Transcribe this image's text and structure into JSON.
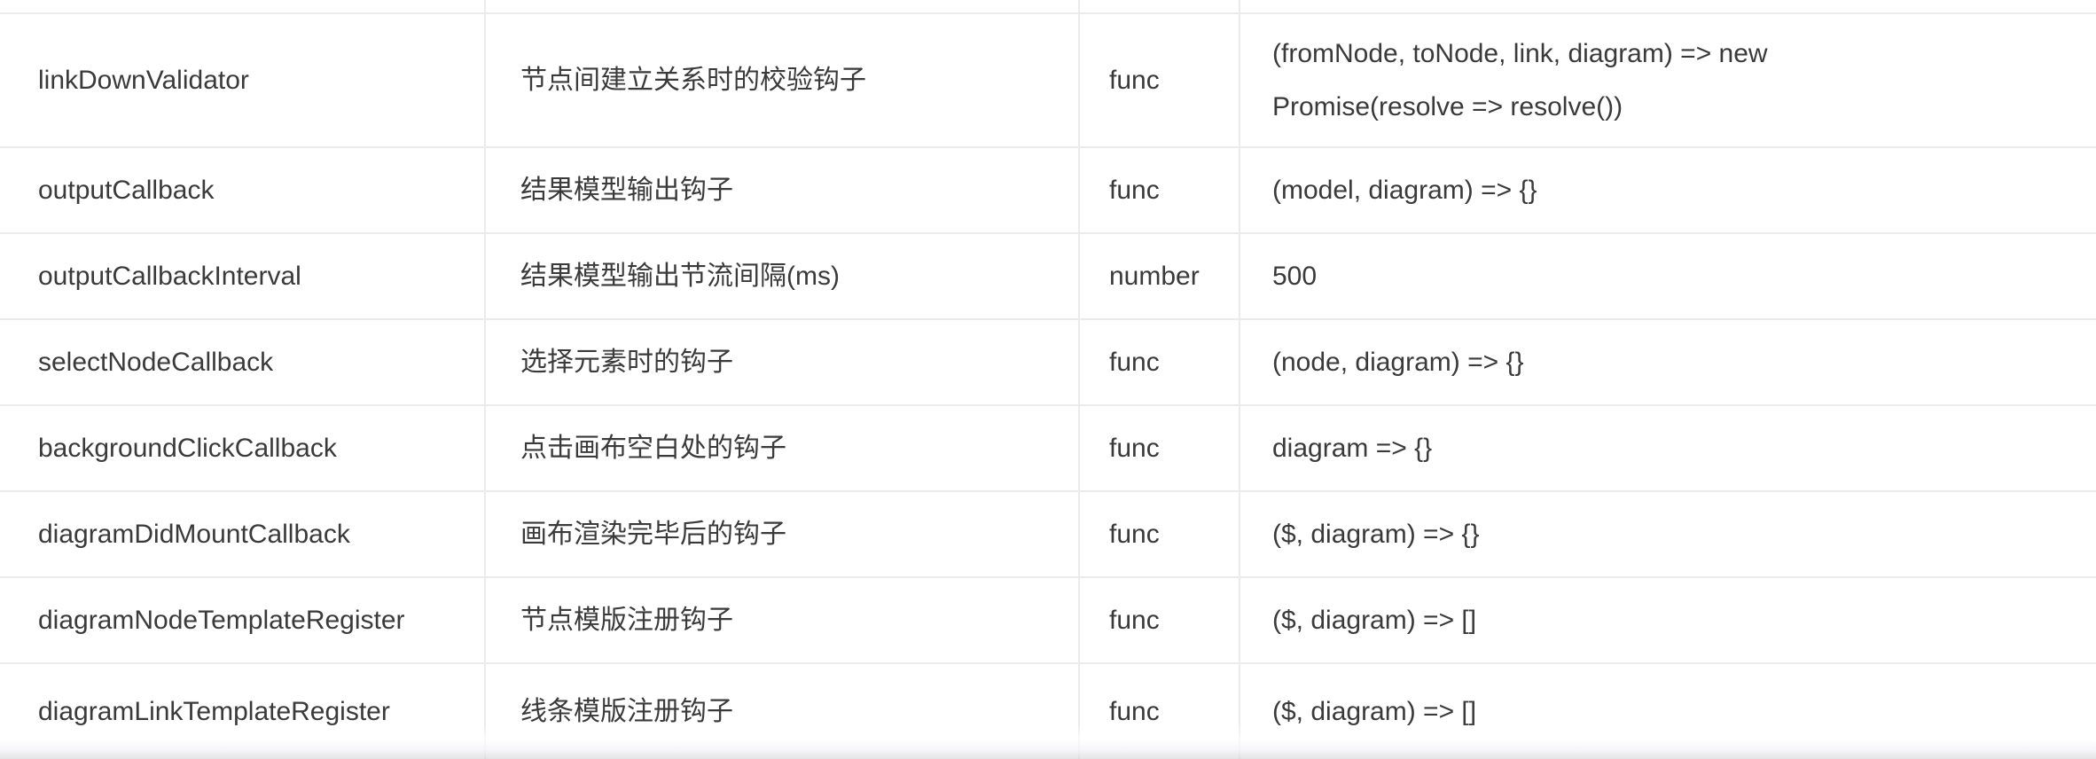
{
  "table": {
    "rows": [
      {
        "name": "linkDownValidator",
        "description": "节点间建立关系时的校验钩子",
        "type": "func",
        "default": "(fromNode, toNode, link, diagram) => new Promise(resolve => resolve())"
      },
      {
        "name": "outputCallback",
        "description": "结果模型输出钩子",
        "type": "func",
        "default": "(model, diagram) => {}"
      },
      {
        "name": "outputCallbackInterval",
        "description": "结果模型输出节流间隔(ms)",
        "type": "number",
        "default": "500"
      },
      {
        "name": "selectNodeCallback",
        "description": "选择元素时的钩子",
        "type": "func",
        "default": "(node, diagram) => {}"
      },
      {
        "name": "backgroundClickCallback",
        "description": "点击画布空白处的钩子",
        "type": "func",
        "default": "diagram => {}"
      },
      {
        "name": "diagramDidMountCallback",
        "description": "画布渲染完毕后的钩子",
        "type": "func",
        "default": "($, diagram) => {}"
      },
      {
        "name": "diagramNodeTemplateRegister",
        "description": "节点模版注册钩子",
        "type": "func",
        "default": "($, diagram) => []"
      },
      {
        "name": "diagramLinkTemplateRegister",
        "description": "线条模版注册钩子",
        "type": "func",
        "default": "($, diagram) => []"
      }
    ],
    "colors": {
      "text": "#3a3a3a",
      "border": "#ebebeb",
      "background": "#ffffff"
    }
  }
}
